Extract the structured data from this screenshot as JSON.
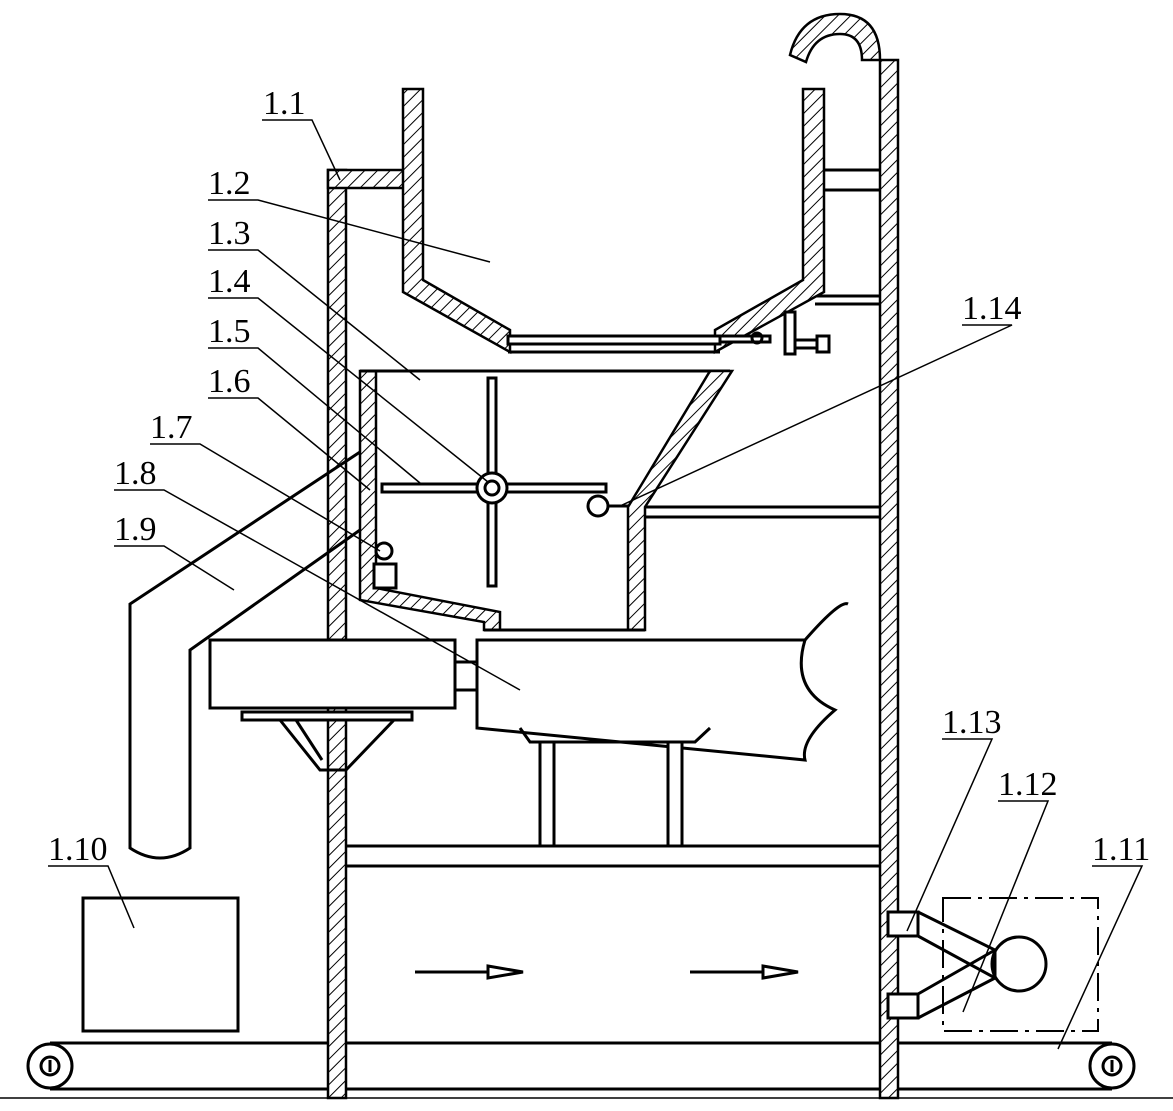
{
  "labels": {
    "l1_1": "1.1",
    "l1_2": "1.2",
    "l1_3": "1.3",
    "l1_4": "1.4",
    "l1_5": "1.5",
    "l1_6": "1.6",
    "l1_7": "1.7",
    "l1_8": "1.8",
    "l1_9": "1.9",
    "l1_10": "1.10",
    "l1_11": "1.11",
    "l1_12": "1.12",
    "l1_13": "1.13",
    "l1_14": "1.14"
  }
}
